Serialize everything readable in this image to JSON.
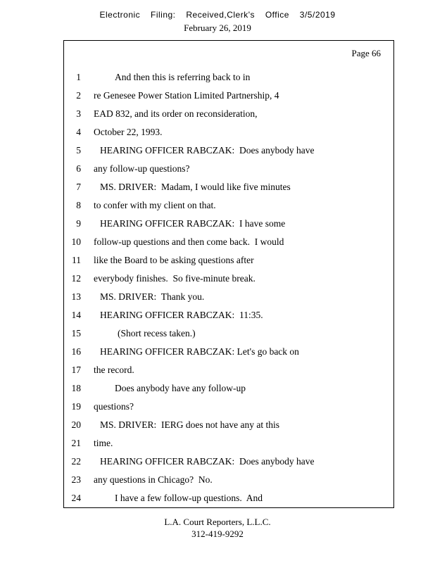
{
  "header": {
    "filing_stamp": "Electronic Filing: Received,Clerk's Office 3/5/2019",
    "date": "February 26, 2019"
  },
  "page": {
    "label": "Page 66",
    "lines": [
      {
        "num": "1",
        "text": "And then this is referring back to in",
        "indent": 2
      },
      {
        "num": "2",
        "text": "re Genesee Power Station Limited Partnership, 4",
        "indent": 0
      },
      {
        "num": "3",
        "text": "EAD 832, and its order on reconsideration,",
        "indent": 0
      },
      {
        "num": "4",
        "text": "October 22, 1993.",
        "indent": 0
      },
      {
        "num": "5",
        "text": "HEARING OFFICER RABCZAK:  Does anybody have",
        "indent": 1
      },
      {
        "num": "6",
        "text": "any follow-up questions?",
        "indent": 0
      },
      {
        "num": "7",
        "text": "MS. DRIVER:  Madam, I would like five minutes",
        "indent": 1
      },
      {
        "num": "8",
        "text": "to confer with my client on that.",
        "indent": 0
      },
      {
        "num": "9",
        "text": "HEARING OFFICER RABCZAK:  I have some",
        "indent": 1
      },
      {
        "num": "10",
        "text": "follow-up questions and then come back.  I would",
        "indent": 0
      },
      {
        "num": "11",
        "text": "like the Board to be asking questions after",
        "indent": 0
      },
      {
        "num": "12",
        "text": "everybody finishes.  So five-minute break.",
        "indent": 0
      },
      {
        "num": "13",
        "text": "MS. DRIVER:  Thank you.",
        "indent": 1
      },
      {
        "num": "14",
        "text": "HEARING OFFICER RABCZAK:  11:35.",
        "indent": 1
      },
      {
        "num": "15",
        "text": "(Short recess taken.)",
        "indent": 3
      },
      {
        "num": "16",
        "text": "HEARING OFFICER RABCZAK: Let's go back on",
        "indent": 1
      },
      {
        "num": "17",
        "text": "the record.",
        "indent": 0
      },
      {
        "num": "18",
        "text": "Does anybody have any follow-up",
        "indent": 2
      },
      {
        "num": "19",
        "text": "questions?",
        "indent": 0
      },
      {
        "num": "20",
        "text": "MS. DRIVER:  IERG does not have any at this",
        "indent": 1
      },
      {
        "num": "21",
        "text": "time.",
        "indent": 0
      },
      {
        "num": "22",
        "text": "HEARING OFFICER RABCZAK:  Does anybody have",
        "indent": 1
      },
      {
        "num": "23",
        "text": "any questions in Chicago?  No.",
        "indent": 0
      },
      {
        "num": "24",
        "text": "I have a few follow-up questions.  And",
        "indent": 2
      }
    ]
  },
  "footer": {
    "company": "L.A. Court Reporters, L.L.C.",
    "phone": "312-419-9292"
  }
}
